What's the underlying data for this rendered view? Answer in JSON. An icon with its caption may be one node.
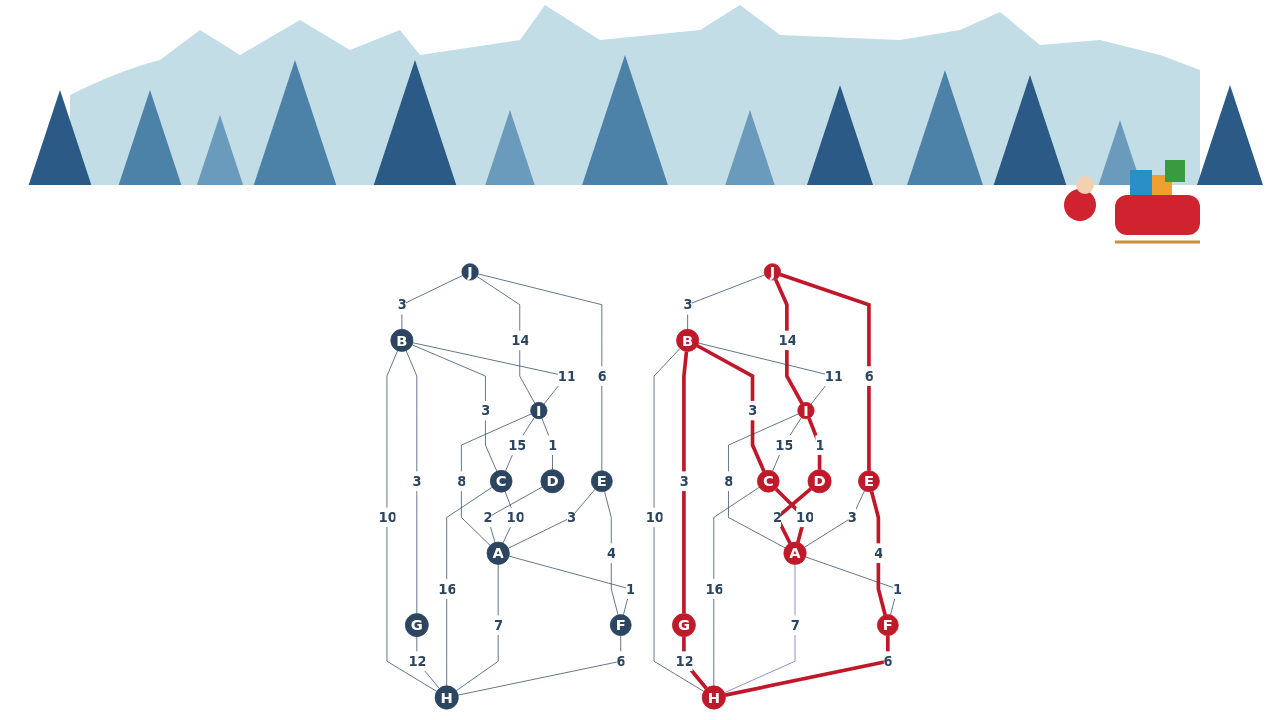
{
  "diagram": {
    "nodes": [
      {
        "text": [
          "J"
        ]
      },
      {
        "text": [
          "B"
        ]
      },
      {
        "text": [
          "G"
        ]
      },
      {
        "text": [
          "I"
        ]
      },
      {
        "text": [
          "C"
        ]
      },
      {
        "text": [
          "D"
        ]
      },
      {
        "text": [
          "H"
        ]
      },
      {
        "text": [
          "E"
        ]
      },
      {
        "text": [
          "A"
        ]
      },
      {
        "text": [
          "F"
        ]
      },
      {
        "text": [
          "J"
        ]
      },
      {
        "text": [
          "B"
        ]
      },
      {
        "text": [
          "G"
        ]
      },
      {
        "text": [
          "I"
        ]
      },
      {
        "text": [
          "C"
        ]
      },
      {
        "text": [
          "D"
        ]
      },
      {
        "text": [
          "H"
        ]
      },
      {
        "text": [
          "E"
        ]
      },
      {
        "text": [
          "A"
        ]
      },
      {
        "text": [
          "F"
        ]
      }
    ],
    "edges": [
      {
        "from": 0,
        "to": 1,
        "arrow": "none",
        "label": "3"
      },
      {
        "from": 0,
        "to": 3,
        "arrow": "none",
        "label": "14"
      },
      {
        "from": 0,
        "to": 7,
        "arrow": "none",
        "label": "6"
      },
      {
        "from": 1,
        "to": 3,
        "arrow": "none",
        "label": "11"
      },
      {
        "from": 1,
        "to": 4,
        "arrow": "none",
        "label": "3"
      },
      {
        "from": 1,
        "to": 2,
        "arrow": "none",
        "label": "3"
      },
      {
        "from": 1,
        "to": 6,
        "arrow": "none",
        "label": "10"
      },
      {
        "from": 2,
        "to": 6,
        "arrow": "none",
        "label": "12"
      },
      {
        "from": 3,
        "to": 5,
        "arrow": "none",
        "label": "1"
      },
      {
        "from": 3,
        "to": 8,
        "arrow": "none",
        "label": "8"
      },
      {
        "from": 3,
        "to": 4,
        "arrow": "none",
        "label": "15"
      },
      {
        "from": 5,
        "to": 8,
        "arrow": "none",
        "label": "2"
      },
      {
        "from": 4,
        "to": 8,
        "arrow": "none",
        "label": "10"
      },
      {
        "from": 4,
        "to": 6,
        "arrow": "none",
        "label": "16"
      },
      {
        "from": 8,
        "to": 6,
        "arrow": "none",
        "label": "7"
      },
      {
        "from": 7,
        "to": 8,
        "arrow": "none",
        "label": "3"
      },
      {
        "from": 7,
        "to": 9,
        "arrow": "none",
        "label": "4"
      },
      {
        "from": 8,
        "to": 9,
        "arrow": "none",
        "label": "1"
      },
      {
        "from": 9,
        "to": 6,
        "arrow": "none",
        "label": "6"
      },
      {
        "from": 10,
        "to": 11,
        "arrow": "none",
        "label": "3"
      },
      {
        "from": 10,
        "to": 13,
        "arrow": "none",
        "label": "14",
        "style": "thick",
        "color": "#c0182a"
      },
      {
        "from": 10,
        "to": 17,
        "arrow": "none",
        "label": "6",
        "style": "thick",
        "color": "#c0182a"
      },
      {
        "from": 11,
        "to": 13,
        "arrow": "none",
        "label": "11"
      },
      {
        "from": 11,
        "to": 14,
        "arrow": "none",
        "label": "3",
        "style": "thick",
        "color": "#c0182a"
      },
      {
        "from": 11,
        "to": 12,
        "arrow": "none",
        "label": "3",
        "style": "thick",
        "color": "#c0182a"
      },
      {
        "from": 11,
        "to": 16,
        "arrow": "none",
        "label": "10"
      },
      {
        "from": 12,
        "to": 16,
        "arrow": "none",
        "label": "12",
        "style": "thick",
        "color": "#c0182a"
      },
      {
        "from": 13,
        "to": 15,
        "arrow": "none",
        "label": "1",
        "style": "thick",
        "color": "#c0182a"
      },
      {
        "from": 13,
        "to": 18,
        "arrow": "none",
        "label": "8"
      },
      {
        "from": 13,
        "to": 14,
        "arrow": "none",
        "label": "15"
      },
      {
        "from": 15,
        "to": 18,
        "arrow": "none",
        "label": "2",
        "style": "thick",
        "color": "#c0182a"
      },
      {
        "from": 14,
        "to": 18,
        "arrow": "none",
        "label": "10",
        "style": "thick",
        "color": "#c0182a"
      },
      {
        "from": 14,
        "to": 16,
        "arrow": "none",
        "label": "16"
      },
      {
        "from": 18,
        "to": 16,
        "arrow": "none",
        "label": "7",
        "color": "#6a6ab8"
      },
      {
        "from": 17,
        "to": 18,
        "arrow": "none",
        "label": "3"
      },
      {
        "from": 17,
        "to": 19,
        "arrow": "none",
        "label": "4",
        "style": "thick",
        "color": "#c0182a"
      },
      {
        "from": 18,
        "to": 19,
        "arrow": "none",
        "label": "1"
      },
      {
        "from": 19,
        "to": 16,
        "arrow": "none",
        "label": "6",
        "style": "thick",
        "color": "#c0182a"
      }
    ]
  }
}
